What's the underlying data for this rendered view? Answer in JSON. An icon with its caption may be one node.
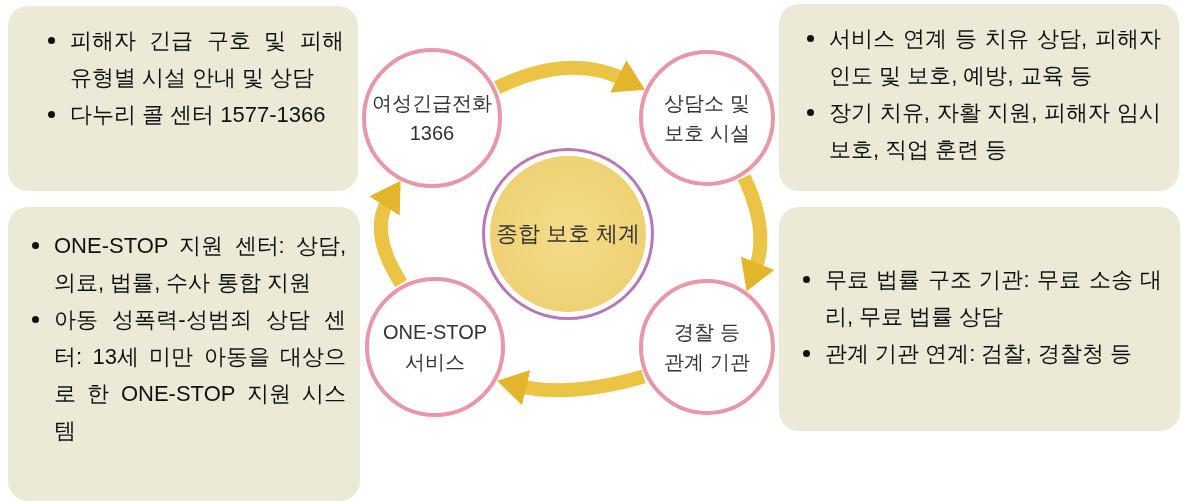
{
  "diagram": {
    "nodes": [
      {
        "text": [
          "피해자 긴급 구호 및 피해 유형별 시설 안내 및 상담",
          "다누리 콜 센터 1577-1366"
        ]
      },
      {
        "text": [
          "서비스 연계 등 치유 상담, 피해자 인도 및 보호, 예방, 교육 등",
          "장기 치유, 자활 지원, 피해자 임시 보호, 직업 훈련 등"
        ]
      },
      {
        "text": [
          "ONE-STOP 지원 센터: 상담, 의료, 법률, 수사 통합 지원",
          "아동 성폭력-성범죄 상담 센터: 13세 미만 아동을 대상으로 한 ONE-STOP 지원 시스템"
        ]
      },
      {
        "text": [
          "무료 법률 구조 기관: 무료 소송 대리, 무료 법률 상담",
          "관계 기관 연계: 검찰, 경찰청 등"
        ]
      },
      {
        "text": [
          "여성긴급전화 1366"
        ]
      },
      {
        "text": [
          "상담소 및 보호 시설"
        ]
      },
      {
        "text": [
          "종합 보호 체계"
        ]
      },
      {
        "text": [
          "경찰 등 관계 기관"
        ]
      },
      {
        "text": [
          "ONE-STOP 서비스"
        ]
      }
    ],
    "edges": [
      {
        "from": 4,
        "to": 5,
        "arrow": "to"
      },
      {
        "from": 5,
        "to": 7,
        "arrow": "to"
      },
      {
        "from": 7,
        "to": 8,
        "arrow": "to"
      },
      {
        "from": 8,
        "to": 4,
        "arrow": "to"
      }
    ]
  }
}
